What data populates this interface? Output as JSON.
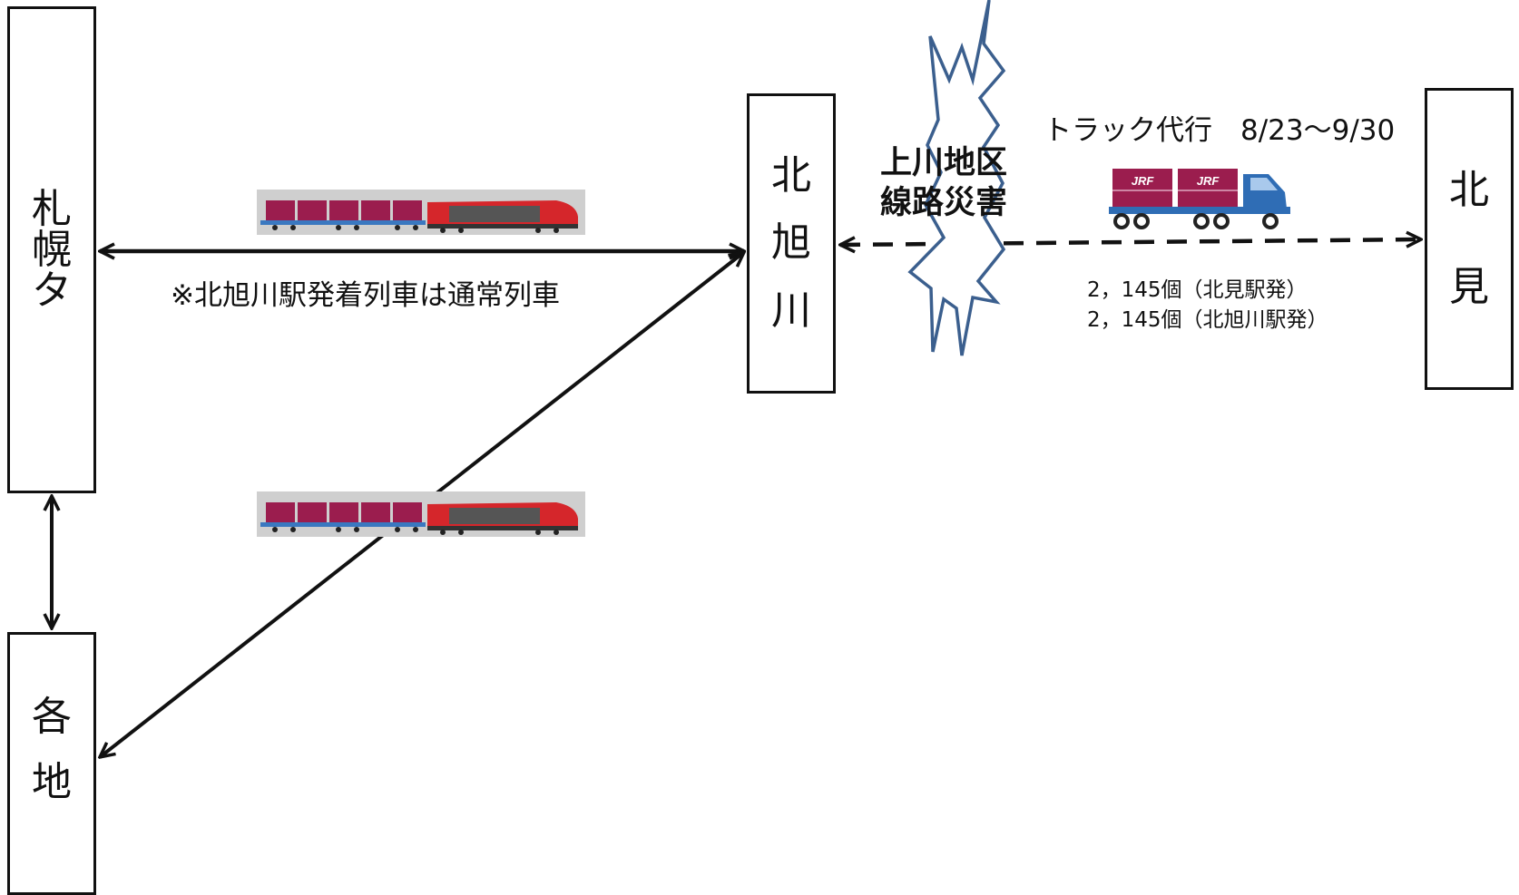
{
  "stations": {
    "sapporo": [
      "札",
      "幌",
      "タ"
    ],
    "kakuchi": [
      "各",
      "地"
    ],
    "asahikawa": [
      "北",
      "旭",
      "川"
    ],
    "kitami": [
      "北",
      "見"
    ]
  },
  "note": "※北旭川駅発着列車は通常列車",
  "disaster": {
    "line1": "上川地区",
    "line2": "線路災害"
  },
  "truck": {
    "label": "トラック代行　8/23～9/30",
    "count_from_kitami": "2，145個（北見駅発）",
    "count_from_kitaasahikawa": "2，145個（北旭川駅発）",
    "container_logo": "JRF"
  },
  "icons": {
    "freight-train": "freight-train-icon",
    "truck": "container-truck-icon",
    "disaster-burst": "burst-icon"
  },
  "colors": {
    "container": "#9b1d4e",
    "locomotive": "#d5262b",
    "truck_cab": "#2f6db5",
    "burst_outline": "#3b5f8e"
  }
}
